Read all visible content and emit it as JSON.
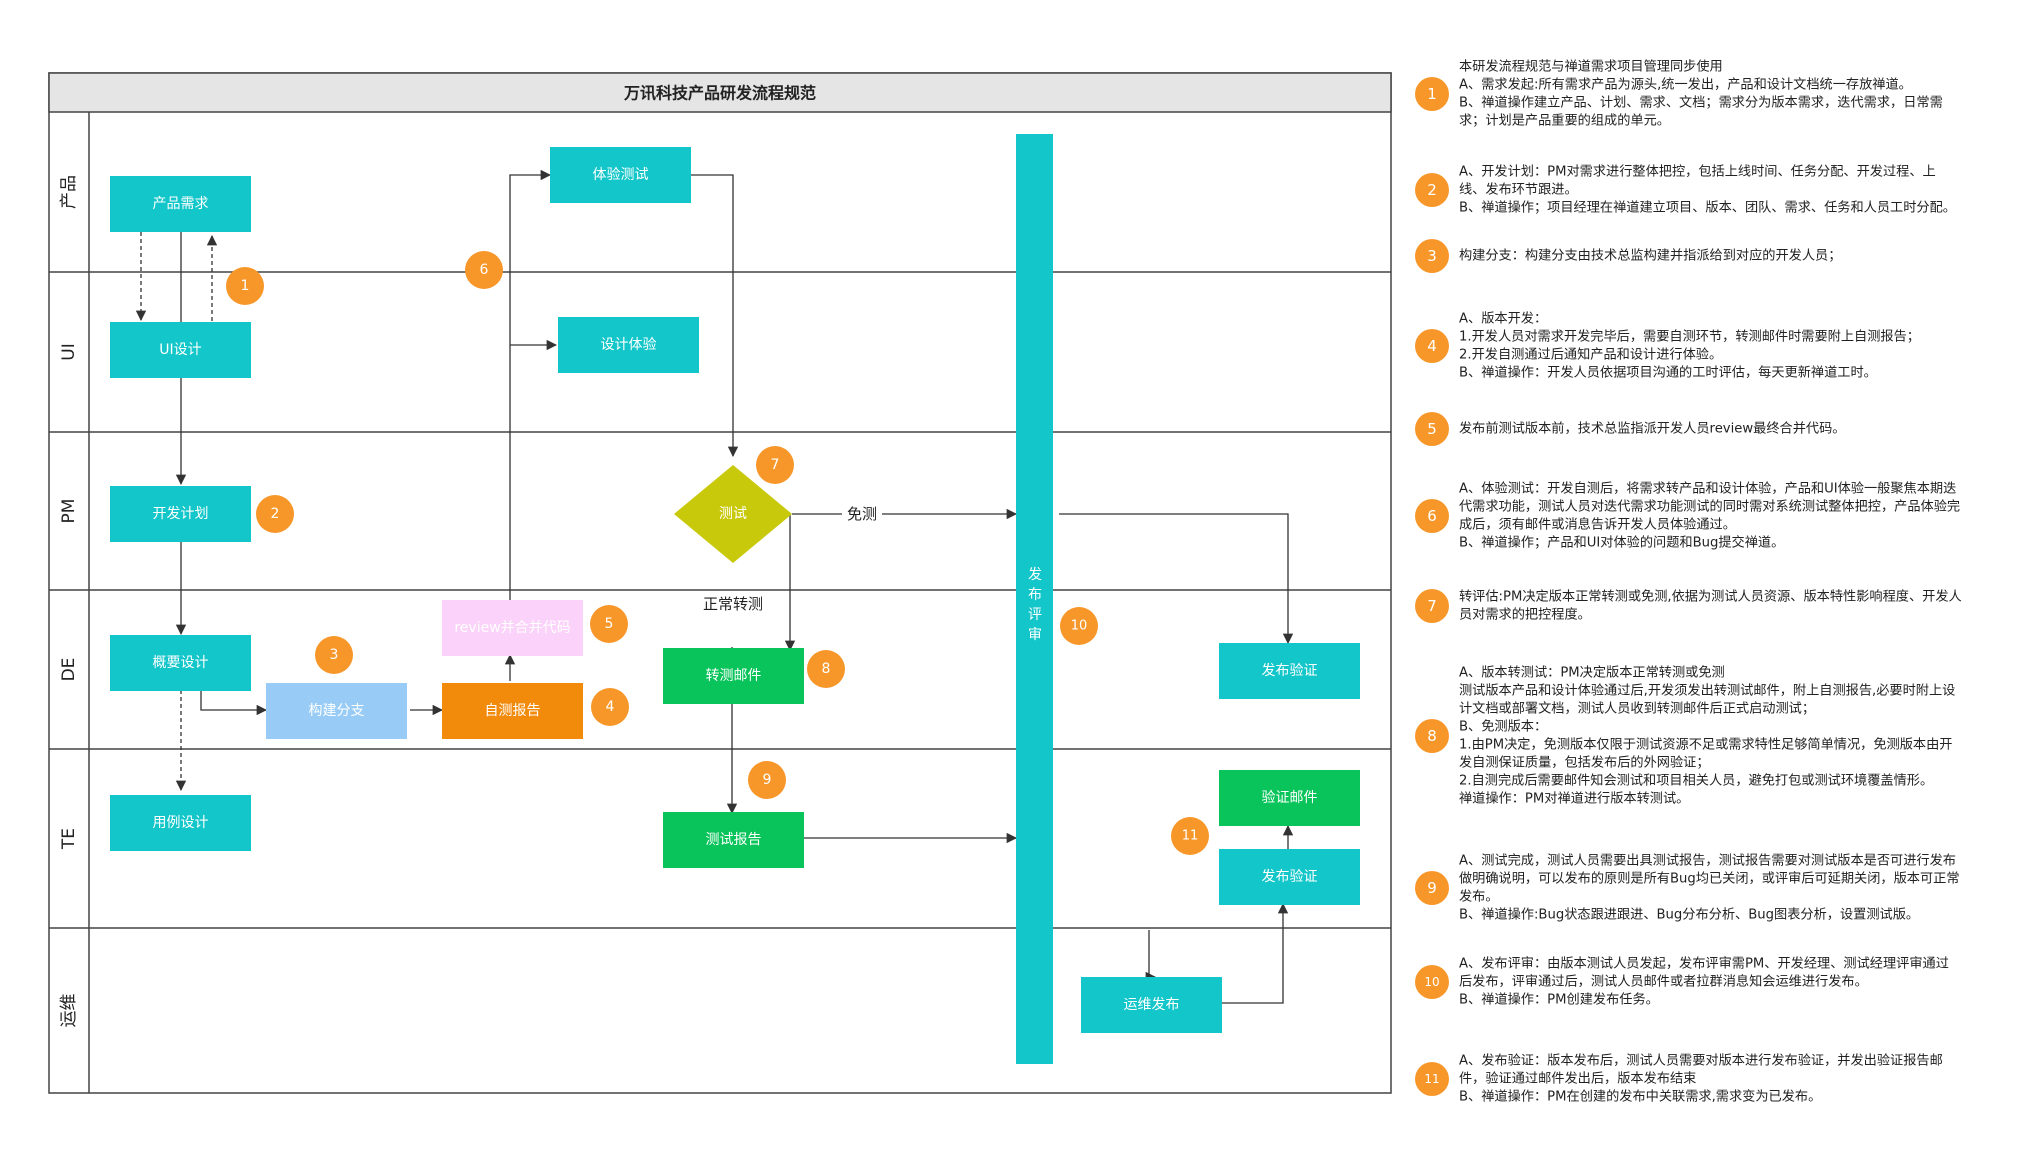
{
  "title": "万讯科技产品研发流程规范",
  "lanes": [
    "产品",
    "UI",
    "PM",
    "DE",
    "TE",
    "运维"
  ],
  "colors": {
    "teal": "#13c6c9",
    "green": "#09c45a",
    "orange": "#f28a0c",
    "badge": "#f7972a",
    "light_blue": "#98ccf7",
    "pink": "#fbd2f9",
    "yellow_green": "#c8c90a",
    "grid": "#444444",
    "header_bg": "#e5e5e5"
  },
  "nodes": {
    "product_demand": "产品需求",
    "ui_design": "UI设计",
    "dev_plan": "开发计划",
    "outline_design": "概要设计",
    "case_design": "用例设计",
    "experience_test": "体验测试",
    "design_experience": "设计体验",
    "build_branch": "构建分支",
    "self_test_report": "自测报告",
    "review_merge": "review并合并代码",
    "test_decision": "测试",
    "transfer_email": "转测邮件",
    "test_report": "测试报告",
    "release_review": "发布评审",
    "release_verify_de": "发布验证",
    "verify_email": "验证邮件",
    "release_verify_te": "发布验证",
    "ops_release": "运维发布"
  },
  "edge_labels": {
    "exempt": "免测",
    "normal_transfer": "正常转测"
  },
  "badges": [
    "1",
    "2",
    "3",
    "4",
    "5",
    "6",
    "7",
    "8",
    "9",
    "10",
    "11"
  ],
  "notes": [
    {
      "num": "1",
      "lines": [
        "本研发流程规范与禅道需求项目管理同步使用",
        "A、需求发起:所有需求产品为源头,统一发出，产品和设计文档统一存放禅道。",
        "B、禅道操作建立产品、计划、需求、文档；需求分为版本需求，迭代需求，日常需",
        "求；计划是产品重要的组成的单元。"
      ]
    },
    {
      "num": "2",
      "lines": [
        "A、开发计划：PM对需求进行整体把控，包括上线时间、任务分配、开发过程、上",
        "线、发布环节跟进。",
        "B、禅道操作；项目经理在禅道建立项目、版本、团队、需求、任务和人员工时分配。"
      ]
    },
    {
      "num": "3",
      "lines": [
        "构建分支：构建分支由技术总监构建并指派给到对应的开发人员；"
      ]
    },
    {
      "num": "4",
      "lines": [
        "A、版本开发：",
        "  1.开发人员对需求开发完毕后，需要自测环节，转测邮件时需要附上自测报告；",
        "  2.开发自测通过后通知产品和设计进行体验。",
        "B、禅道操作：开发人员依据项目沟通的工时评估，每天更新禅道工时。"
      ]
    },
    {
      "num": "5",
      "lines": [
        "发布前测试版本前，技术总监指派开发人员review最终合并代码。"
      ]
    },
    {
      "num": "6",
      "lines": [
        "A、体验测试：开发自测后，将需求转产品和设计体验，产品和UI体验一般聚焦本期迭",
        "代需求功能，测试人员对迭代需求功能测试的同时需对系统测试整体把控，产品体验完",
        "成后，须有邮件或消息告诉开发人员体验通过。",
        "B、禅道操作；产品和UI对体验的问题和Bug提交禅道。"
      ]
    },
    {
      "num": "7",
      "lines": [
        "转评估:PM决定版本正常转测或免测,依据为测试人员资源、版本特性影响程度、开发人",
        "员对需求的把控程度。"
      ]
    },
    {
      "num": "8",
      "lines": [
        "A、版本转测试：PM决定版本正常转测或免测",
        "测试版本产品和设计体验通过后,开发须发出转测试邮件，附上自测报告,必要时附上设",
        "计文档或部署文档，测试人员收到转测邮件后正式启动测试；",
        "B、免测版本：",
        "1.由PM决定，免测版本仅限于测试资源不足或需求特性足够简单情况，免测版本由开",
        "发自测保证质量，包括发布后的外网验证；",
        "2.自测完成后需要邮件知会测试和项目相关人员，避免打包或测试环境覆盖情形。",
        "禅道操作：PM对禅道进行版本转测试。"
      ]
    },
    {
      "num": "9",
      "lines": [
        "A、测试完成，测试人员需要出具测试报告，测试报告需要对测试版本是否可进行发布",
        "做明确说明，可以发布的原则是所有Bug均已关闭，或评审后可延期关闭，版本可正常",
        "发布。",
        "B、禅道操作:Bug状态跟进跟进、Bug分布分析、Bug图表分析，设置测试版。"
      ]
    },
    {
      "num": "10",
      "lines": [
        "A、发布评审：由版本测试人员发起，发布评审需PM、开发经理、测试经理评审通过",
        "后发布，评审通过后，测试人员邮件或者拉群消息知会运维进行发布。",
        "B、禅道操作：PM创建发布任务。"
      ]
    },
    {
      "num": "11",
      "lines": [
        "A、发布验证：版本发布后，测试人员需要对版本进行发布验证，并发出验证报告邮",
        "件，验证通过邮件发出后，版本发布结束",
        "B、禅道操作：PM在创建的发布中关联需求,需求变为已发布。"
      ]
    }
  ]
}
